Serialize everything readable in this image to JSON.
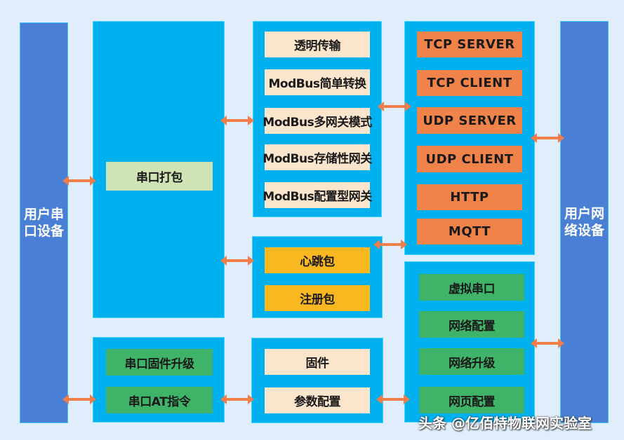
{
  "left_device": {
    "line1": "用户串",
    "line2": "口设备"
  },
  "right_device": {
    "line1": "用户网",
    "line2": "络设备"
  },
  "serial_panel": {
    "item": "串口打包"
  },
  "transfer_panel": {
    "items": [
      "透明传输",
      "ModBus简单转换",
      "ModBus多网关模式",
      "ModBus存储性网关",
      "ModBus配置型网关"
    ]
  },
  "protocol_panel": {
    "items": [
      "TCP SERVER",
      "TCP CLIENT",
      "UDP SERVER",
      "UDP CLIENT",
      "HTTP",
      "MQTT"
    ]
  },
  "packet_panel": {
    "items": [
      "心跳包",
      "注册包"
    ]
  },
  "serial_tools_panel": {
    "items": [
      "串口固件升级",
      "串口AT指令"
    ]
  },
  "firmware_panel": {
    "items": [
      "固件",
      "参数配置"
    ]
  },
  "network_panel": {
    "items": [
      "虚拟串口",
      "网络配置",
      "网络升级",
      "网页配置"
    ]
  },
  "watermark": "头条 @亿佰特物联网实验室",
  "colors": {
    "background": "#dfeefa",
    "device_bar": "#4a7fd6",
    "panel": "#00b0ef",
    "cream": "#fbe5cd",
    "orange": "#f0834a",
    "yellow": "#f9b720",
    "green": "#3fb468",
    "lime": "#cfe3b4",
    "arrow": "#f07d4a"
  }
}
